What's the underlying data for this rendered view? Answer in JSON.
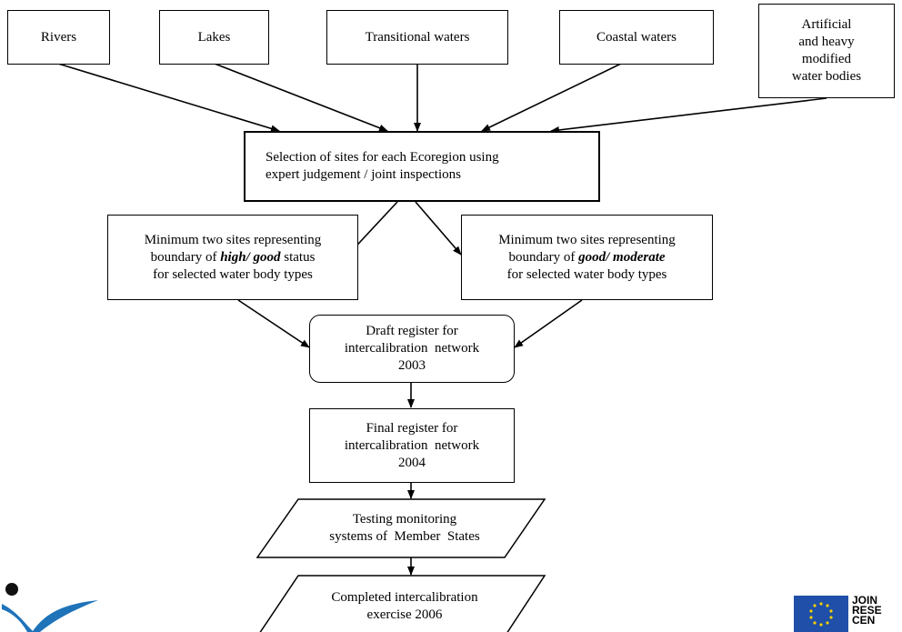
{
  "sources": {
    "rivers": "Rivers",
    "lakes": "Lakes",
    "transitional": "Transitional waters",
    "coastal": "Coastal waters",
    "artificial": [
      "Artificial",
      "and heavy",
      "modified",
      "water bodies"
    ]
  },
  "selection": [
    "Selection of sites for each Ecoregion using",
    "expert judgement / joint inspections"
  ],
  "high_good": {
    "line1": "Minimum two sites representing",
    "line2_pre": "boundary of ",
    "line2_em": "high/ good",
    "line2_post": " status",
    "line3": "for selected water body types"
  },
  "good_moderate": {
    "line1": "Minimum two sites representing",
    "line2_pre": "boundary of ",
    "line2_em": "good/ moderate",
    "line3": "for selected water body types"
  },
  "draft_register": [
    "Draft register for",
    "intercalibration  network",
    "2003"
  ],
  "final_register": [
    "Final register for",
    "intercalibration  network",
    "2004"
  ],
  "testing": [
    "Testing monitoring",
    "systems of  Member  States"
  ],
  "completed": [
    "Completed intercalibration",
    "exercise 2006"
  ],
  "logos": {
    "right_text": [
      "JOIN",
      "RESE",
      "CEN"
    ],
    "eu_flag_color": "#1f4fa8",
    "left_logo_color": "#1e73b9"
  }
}
